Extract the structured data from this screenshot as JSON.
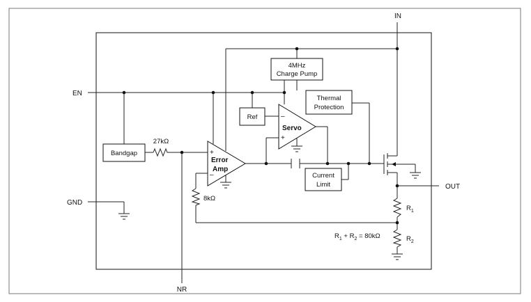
{
  "pins": {
    "in": "IN",
    "en": "EN",
    "gnd": "GND",
    "nr": "NR",
    "out": "OUT"
  },
  "blocks": {
    "charge_pump_line1": "4MHz",
    "charge_pump_line2": "Charge Pump",
    "thermal_line1": "Thermal",
    "thermal_line2": "Protection",
    "ref": "Ref",
    "servo": "Servo",
    "bandgap": "Bandgap",
    "error_amp_line1": "Error",
    "error_amp_line2": "Amp",
    "current_limit_line1": "Current",
    "current_limit_line2": "Limit"
  },
  "components": {
    "resistor_27k": "27kΩ",
    "resistor_8k": "8kΩ",
    "r1_main": "R",
    "r1_sub": "1",
    "r2_main": "R",
    "r2_sub": "2",
    "sum_r1": "R",
    "sum_sub1": "1",
    "sum_plus": " + R",
    "sum_sub2": "2",
    "sum_value": " = 80kΩ"
  },
  "signs": {
    "plus": "+",
    "minus": "–"
  }
}
